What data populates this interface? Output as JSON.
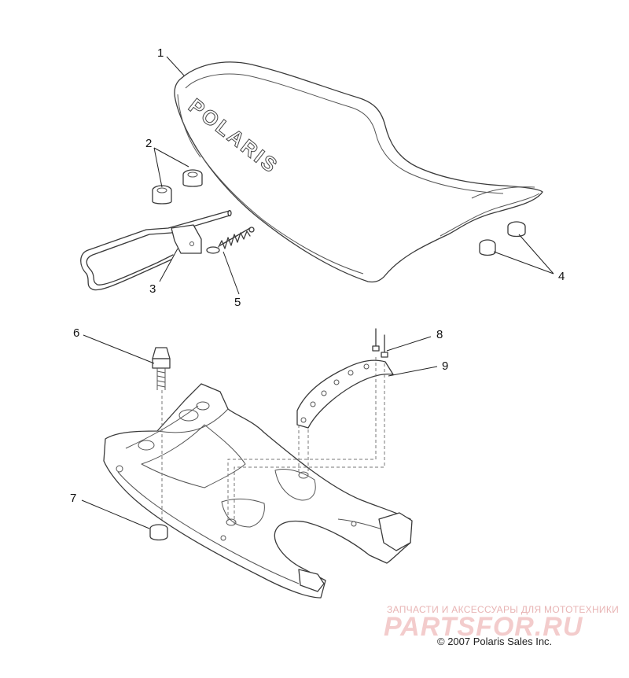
{
  "callouts": [
    "1",
    "2",
    "3",
    "4",
    "5",
    "6",
    "7",
    "8",
    "9"
  ],
  "seat_brand_text": "POLARIS",
  "watermark": {
    "tagline": "ЗАПЧАСТИ И АКСЕССУАРЫ ДЛЯ МОТОТЕХНИКИ",
    "logo": "PARTSFOR.RU"
  },
  "copyright": "© 2007 Polaris Sales Inc."
}
